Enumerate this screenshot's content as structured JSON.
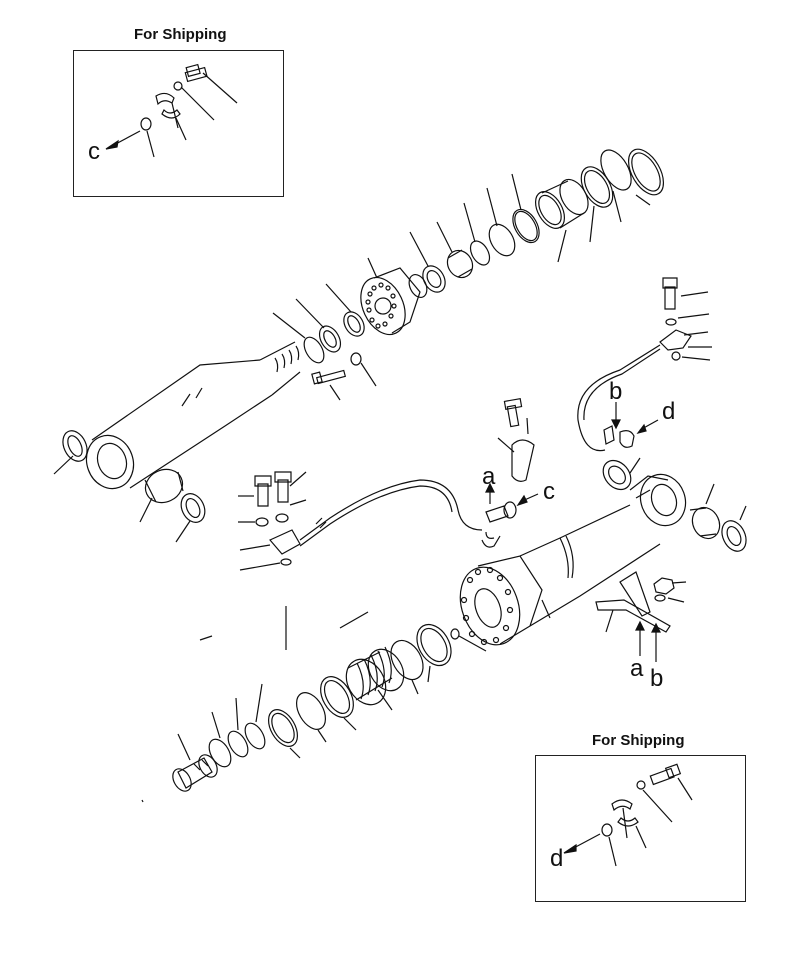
{
  "insets": {
    "top_left": {
      "title": "For Shipping",
      "ref_letter": "c"
    },
    "bottom_right": {
      "title": "For Shipping",
      "ref_letter": "d"
    }
  },
  "reference_letters": {
    "upper_a": "a",
    "upper_c": "c",
    "upper_b": "b",
    "upper_d": "d",
    "lower_a": "a",
    "lower_b": "b"
  }
}
